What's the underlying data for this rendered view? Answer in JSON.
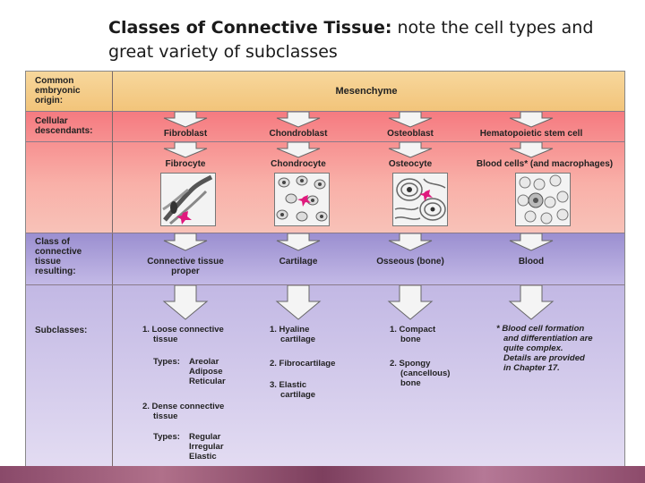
{
  "title": {
    "bold": "Classes of Connective Tissue:",
    "rest": " note the cell types and great variety of subclasses"
  },
  "row_labels": {
    "origin": [
      "Common",
      "embryonic",
      "origin:"
    ],
    "cellular": [
      "Cellular",
      "descendants:"
    ],
    "class": [
      "Class of",
      "connective",
      "tissue",
      "resulting:"
    ],
    "subclasses": [
      "Subclasses:"
    ]
  },
  "origin": "Mesenchyme",
  "blasts": [
    "Fibroblast",
    "Chondroblast",
    "Osteoblast",
    "Hematopoietic stem cell"
  ],
  "cytes": [
    "Fibrocyte",
    "Chondrocyte",
    "Osteocyte",
    "Blood cells* (and macrophages)"
  ],
  "classes": [
    "Connective tissue",
    "proper",
    "Cartilage",
    "Osseous (bone)",
    "Blood"
  ],
  "subclasses": {
    "col1": [
      "1. Loose connective",
      "tissue",
      "Types:",
      "Areolar",
      "Adipose",
      "Reticular",
      "2. Dense connective",
      "tissue",
      "Types:",
      "Regular",
      "Irregular",
      "Elastic"
    ],
    "col2": [
      "1. Hyaline",
      "cartilage",
      "2. Fibrocartilage",
      "3. Elastic",
      "cartilage"
    ],
    "col3": [
      "1. Compact",
      "bone",
      "2. Spongy",
      "(cancellous)",
      "bone"
    ]
  },
  "note": [
    "* Blood cell formation",
    "and differentiation are",
    "quite complex.",
    "Details are provided",
    "in Chapter 17."
  ],
  "colors": {
    "arrow_fill": "#f4f4f4",
    "arrow_stroke": "#666666",
    "marker": "#e0197d"
  },
  "icons": {
    "arrow": "down-arrow",
    "marker": "pink-star-marker"
  }
}
